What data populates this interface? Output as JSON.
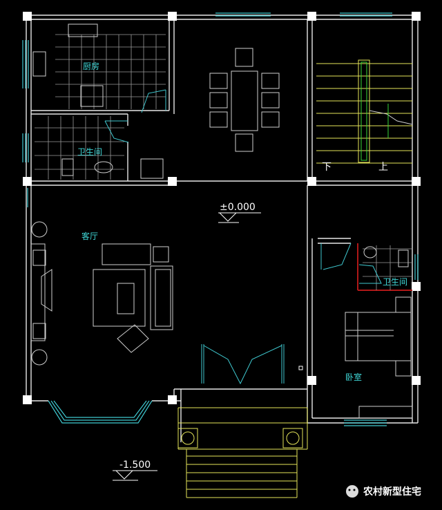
{
  "rooms": {
    "kitchen": "厨房",
    "bathroom_1": "卫生间",
    "living_room": "客厅",
    "bathroom_2": "卫生间",
    "bedroom": "卧室"
  },
  "stairs": {
    "down": "下",
    "up": "上"
  },
  "elevations": {
    "floor": "±0.000",
    "outside": "-1.500"
  },
  "watermark": "农村新型住宅",
  "colors": {
    "background": "#000000",
    "wall": "#e8e8e8",
    "window": "#3fc9d0",
    "stair": "#e6e65a",
    "accent": "#b01818"
  }
}
